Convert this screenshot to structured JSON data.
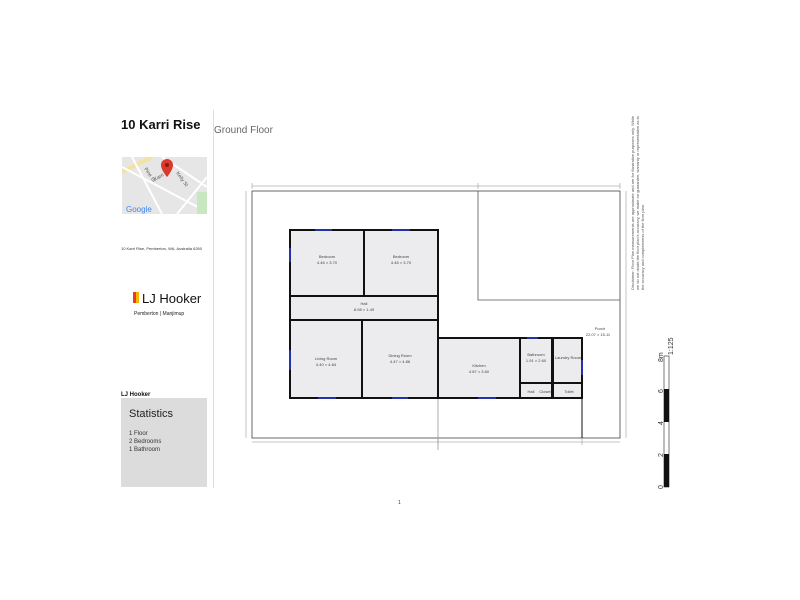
{
  "title": "10 Karri Rise",
  "map": {
    "streets": [
      "Pine St",
      "Karri",
      "Kelly St"
    ],
    "provider": "Google"
  },
  "address": "10 Karri Rise, Pemberton, WA, Australia 6260",
  "logo": {
    "text": "LJ Hooker",
    "office": "Pemberton | Manjimup"
  },
  "brand": "LJ Hooker",
  "stats": {
    "heading": "Statistics",
    "items": [
      "1 Floor",
      "2 Bedrooms",
      "1 Bathroom"
    ]
  },
  "floor_label": "Ground Floor",
  "rooms": [
    {
      "name": "Bedroom",
      "dims": "4.46 × 3.70"
    },
    {
      "name": "Bedroom",
      "dims": "4.46 × 3.70"
    },
    {
      "name": "Hall",
      "dims": "8.98 × 1.49"
    },
    {
      "name": "Living Room",
      "dims": "4.40 × 4.84"
    },
    {
      "name": "Dining Room",
      "dims": "4.47 × 4.86"
    },
    {
      "name": "Kitchen",
      "dims": "4.87 × 3.60"
    },
    {
      "name": "Bathroom",
      "dims": "1.91 × 2.60"
    },
    {
      "name": "Laundry Room",
      "dims": ""
    },
    {
      "name": "Hall",
      "dims": ""
    },
    {
      "name": "Closet",
      "dims": ""
    },
    {
      "name": "Toilet",
      "dims": ""
    },
    {
      "name": "Porch",
      "dims": "22.07 × 15.11"
    }
  ],
  "disclaimer": "Disclaimer: Floor Plan measurements are approximate and are for illustrative purposes only. While we do not doubt the floor plan's accuracy, we make no guarantee, warranty or representation as to the accuracy and completeness of the floor plan.",
  "scale": {
    "ticks": [
      "0",
      "2",
      "4",
      "6",
      "8m"
    ],
    "ratio": "1:125"
  },
  "page_number": "1"
}
